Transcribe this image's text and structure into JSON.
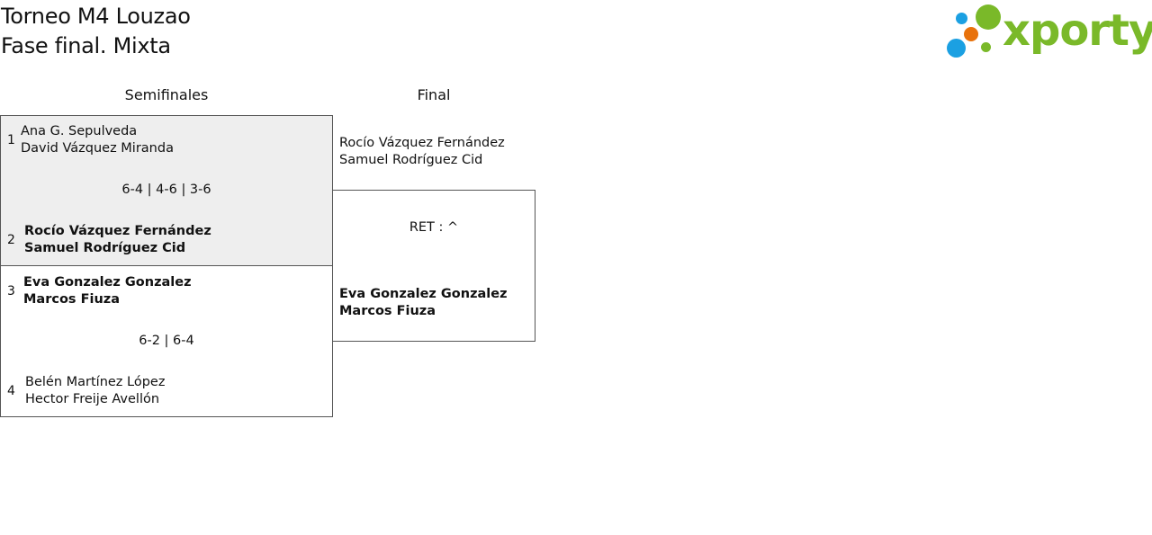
{
  "header": {
    "title_line1": "Torneo M4 Louzao",
    "title_line2": "Fase final. Mixta"
  },
  "logo": {
    "text": "xporty",
    "colors": {
      "green": "#7ab929",
      "blue": "#1ba0e2",
      "orange": "#e8720c"
    }
  },
  "rounds": [
    {
      "label": "Semifinales"
    },
    {
      "label": "Final"
    }
  ],
  "semifinals": [
    {
      "score": "6-4 | 4-6 | 3-6",
      "team1": {
        "seed": "1",
        "player1": "Ana G. Sepulveda",
        "player2": "David Vázquez Miranda",
        "winner": false
      },
      "team2": {
        "seed": "2",
        "player1": "Rocío Vázquez Fernández",
        "player2": "Samuel Rodríguez Cid",
        "winner": true
      }
    },
    {
      "score": "6-2 | 6-4",
      "team1": {
        "seed": "3",
        "player1": "Eva Gonzalez Gonzalez",
        "player2": "Marcos Fiuza",
        "winner": true
      },
      "team2": {
        "seed": "4",
        "player1": "Belén Martínez López",
        "player2": "Hector Freije Avellón",
        "winner": false
      }
    }
  ],
  "final": {
    "score": "RET : ^",
    "team1": {
      "player1": "Rocío Vázquez Fernández",
      "player2": "Samuel Rodríguez Cid",
      "winner": false
    },
    "team2": {
      "player1": "Eva Gonzalez Gonzalez",
      "player2": "Marcos Fiuza",
      "winner": true
    }
  }
}
